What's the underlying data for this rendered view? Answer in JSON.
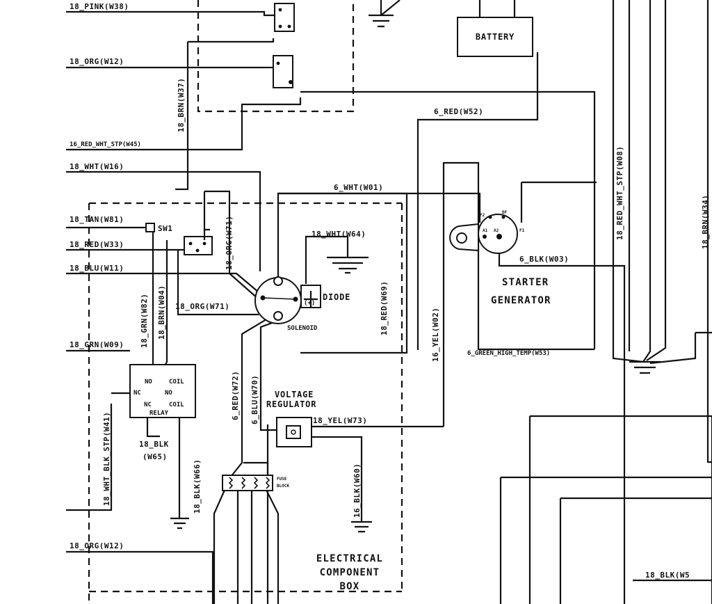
{
  "wires": {
    "pink_w38": "18_PINK(W38)",
    "org_w12_top": "18_ORG(W12)",
    "brn_w37": "18_BRN(W37)",
    "red_wht_stp_w45": "16_RED_WHT_STP(W45)",
    "wht_w16": "18_WHT(W16)",
    "tan_w81": "18_TAN(W81)",
    "red_w33": "18_RED(W33)",
    "blu_w11": "18_BLU(W11)",
    "grn_w09": "18_GRN(W09)",
    "org_w12_bottom": "18_ORG(W12)",
    "red_w52": "6_RED(W52)",
    "wht_w01": "6_WHT(W01)",
    "wht_w64": "18_WHT(W64)",
    "org_w71_vert": "18_ORG(W71)",
    "org_w71_horiz": "18_ORG(W71)",
    "grn_w82": "18_GRN(W82)",
    "brn_w04": "18_BRN(W04)",
    "red_w69": "18_RED(W69)",
    "yel_w02": "16_YEL(W02)",
    "red_w72": "6_RED(W72)",
    "blu_w70": "6_BLU(W70)",
    "yel_w73": "18_YEL(W73)",
    "blk_w60": "16_BLK(W60)",
    "blk_w66": "18_BLK(W66)",
    "blk_w65_a": "18_BLK",
    "blk_w65_b": "(W65)",
    "wht_blk_stp_w41": "18_WHT_BLK_STP(W41)",
    "blk_w03": "6_BLK(W03)",
    "green_high_temp_w53": "6_GREEN_HIGH_TEMP(W53)",
    "red_wht_stp_w08": "18_RED_WHT_STP(W08)",
    "brn_w34": "18_BRN(W34)",
    "blk_w5_cut": "18_BLK(W5"
  },
  "components": {
    "battery": "BATTERY",
    "sw1": "SW1",
    "diode": "DIODE",
    "solenoid": "SOLENOID",
    "starter_line1": "STARTER",
    "starter_line2": "GENERATOR",
    "voltage_reg_line1": "VOLTAGE",
    "voltage_reg_line2": "REGULATOR",
    "fuse_line1": "FUSE",
    "fuse_line2": "BLOCK",
    "relay": "RELAY",
    "box_line1": "ELECTRICAL",
    "box_line2": "COMPONENT",
    "box_line3": "BOX"
  },
  "pins": {
    "relay_no_top": "NO",
    "relay_coil_top": "COIL",
    "relay_nc": "NC",
    "relay_no_mid": "NO",
    "relay_nc_bottom": "NC",
    "relay_coil_bottom": "COIL",
    "starter_f2": "F2",
    "starter_df": "DF",
    "starter_a1": "A1",
    "starter_a2": "A2",
    "starter_f1": "F1",
    "diode_plus": "(+)"
  }
}
